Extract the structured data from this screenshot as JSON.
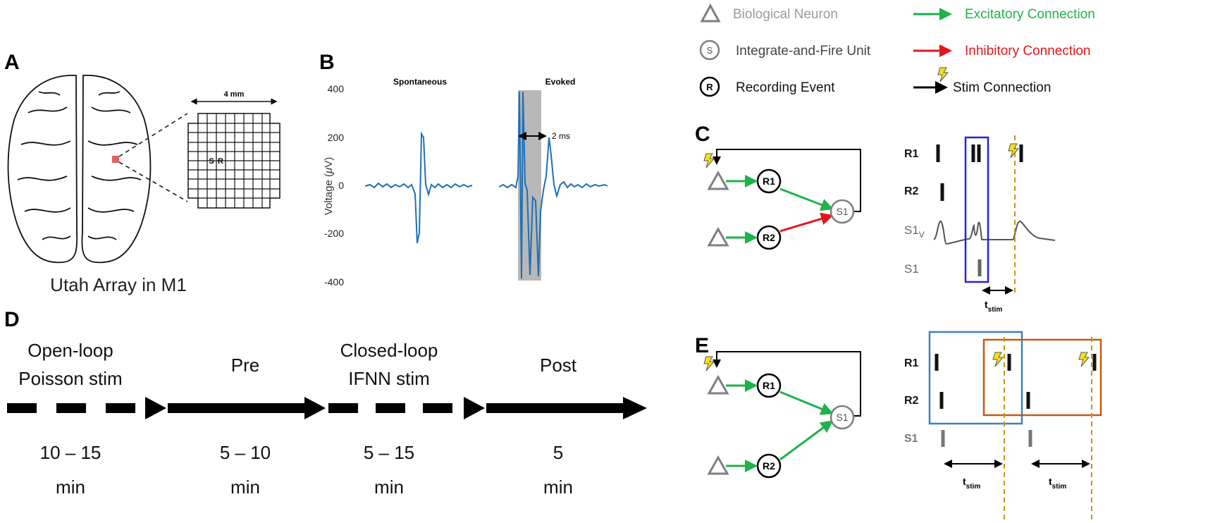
{
  "legend": {
    "biological_neuron": "Biological Neuron",
    "integrate_fire": "Integrate-and-Fire Unit",
    "integrate_fire_symbol": "S",
    "recording_event": "Recording Event",
    "recording_symbol": "R",
    "excitatory": "Excitatory Connection",
    "inhibitory": "Inhibitory Connection",
    "stim": "Stim Connection",
    "colors": {
      "excitatory": "#1db24a",
      "inhibitory": "#e3161b",
      "neuron": "#7f7f7f",
      "biological_label": "#9a9a9a",
      "waveform": "#1f6fb5",
      "box_blue": "#2222dd",
      "box_steel": "#3f7fc0",
      "box_orange": "#c05a12",
      "dashed_stim": "#c9921a"
    }
  },
  "panelA": {
    "label": "A",
    "caption": "Utah Array in M1",
    "scale": "4 mm",
    "s_label": "S",
    "r_label": "R"
  },
  "panelB": {
    "label": "B",
    "title_spont": "Spontaneous",
    "title_evoked": "Evoked",
    "ylabel_prefix": "Voltage (",
    "ylabel_mu": "μ",
    "ylabel_suffix": "V)",
    "yticks": [
      "400",
      "200",
      "0",
      "-200",
      "-400"
    ],
    "scale_2ms": "2 ms"
  },
  "panelC": {
    "label": "C",
    "r1": "R1",
    "r2": "R2",
    "s1": "S1",
    "row_r1": "R1",
    "row_r2": "R2",
    "row_s1v_main": "S1",
    "row_s1v_sub": "V",
    "row_s1": "S1",
    "tstim_main": "t",
    "tstim_sub": "stim"
  },
  "panelD": {
    "label": "D",
    "phases": [
      {
        "line1": "Open-loop",
        "line2": "Poisson stim",
        "duration": "10 – 15",
        "unit": "min"
      },
      {
        "line1": "Pre",
        "line2": "",
        "duration": "5 – 10",
        "unit": "min"
      },
      {
        "line1": "Closed-loop",
        "line2": "IFNN stim",
        "duration": "5 – 15",
        "unit": "min"
      },
      {
        "line1": "Post",
        "line2": "",
        "duration": "5",
        "unit": "min"
      }
    ]
  },
  "panelE": {
    "label": "E",
    "r1": "R1",
    "r2": "R2",
    "s1": "S1",
    "row_r1": "R1",
    "row_r2": "R2",
    "row_s1": "S1",
    "tstim_main": "t",
    "tstim_sub": "stim"
  }
}
